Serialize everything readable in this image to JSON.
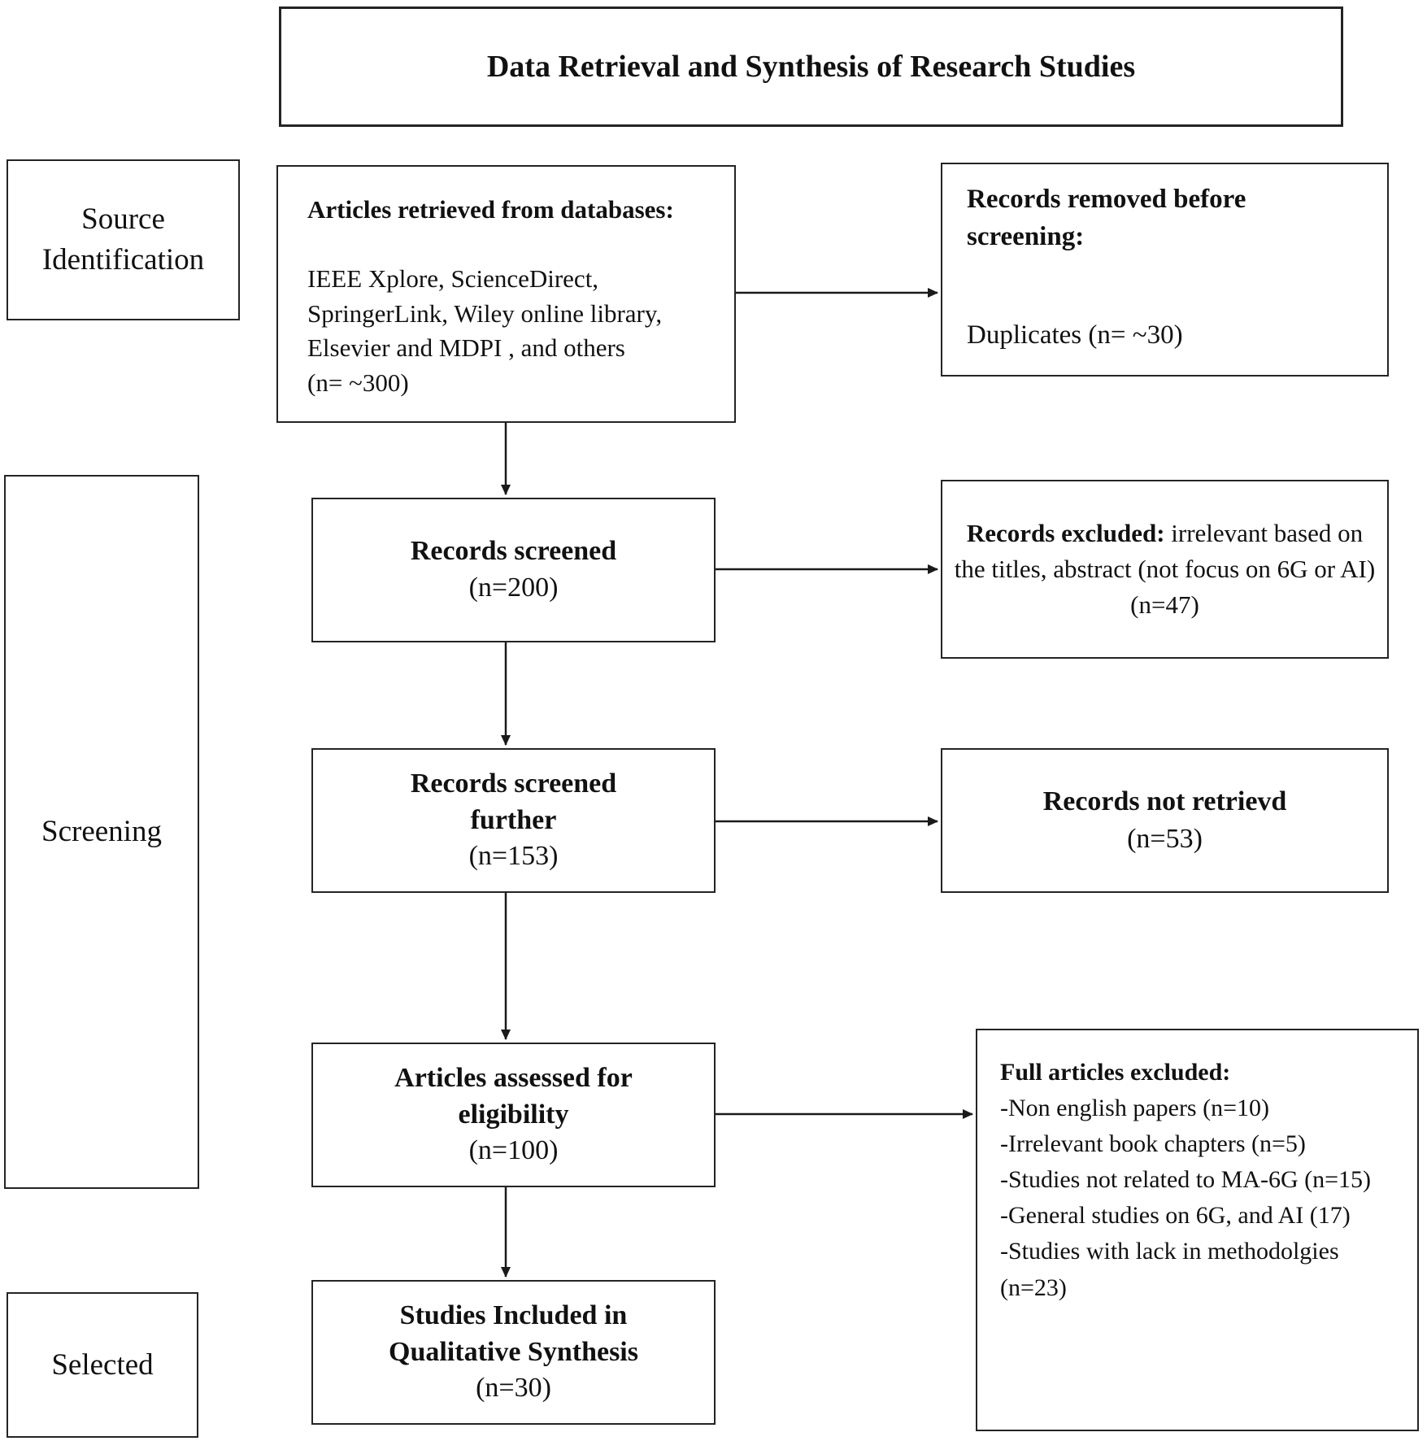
{
  "diagram": {
    "title": "Data Retrieval and Synthesis of Research Studies",
    "stages": {
      "source_identification_lines": [
        "Source",
        "Identification"
      ],
      "screening": "Screening",
      "selected": "Selected"
    },
    "boxes": {
      "articles_retrieved": {
        "heading": "Articles retrieved from databases:",
        "body_lines": [
          "IEEE Xplore, ScienceDirect,",
          "SpringerLink, Wiley online library,",
          "Elsevier and MDPI , and others",
          "(n= ~300)"
        ]
      },
      "records_removed": {
        "heading_lines": [
          "Records removed before",
          "screening:"
        ],
        "body": "Duplicates (n= ~30)"
      },
      "records_screened": {
        "title": "Records screened",
        "count": "(n=200)"
      },
      "records_excluded": {
        "lead": "Records excluded:",
        "rest": " irrelevant based on the titles, abstract  (not focus on 6G or AI)",
        "count": "(n=47)"
      },
      "records_screened_further": {
        "title_lines": [
          "Records screened",
          "further"
        ],
        "count": "(n=153)"
      },
      "records_not_retrieved": {
        "lead": "Records not retrievd",
        "rest": " (n=53)"
      },
      "articles_assessed": {
        "title_lines": [
          "Articles assessed for",
          "eligibility"
        ],
        "count": "(n=100)"
      },
      "full_articles_excluded": {
        "heading": "Full articles excluded:",
        "items_lines": [
          "-Non english papers (n=10)",
          "-Irrelevant book chapters (n=5)",
          "-Studies not related to MA-6G (n=15)",
          "-General studies on 6G, and AI (17)",
          "-Studies with lack in methodolgies (n=23)"
        ]
      },
      "studies_included": {
        "title_lines": [
          "Studies Included in",
          "Qualitative Synthesis"
        ],
        "count": "(n=30)"
      }
    },
    "colors": {
      "border": "#242424",
      "text": "#111111",
      "background": "#ffffff"
    }
  }
}
